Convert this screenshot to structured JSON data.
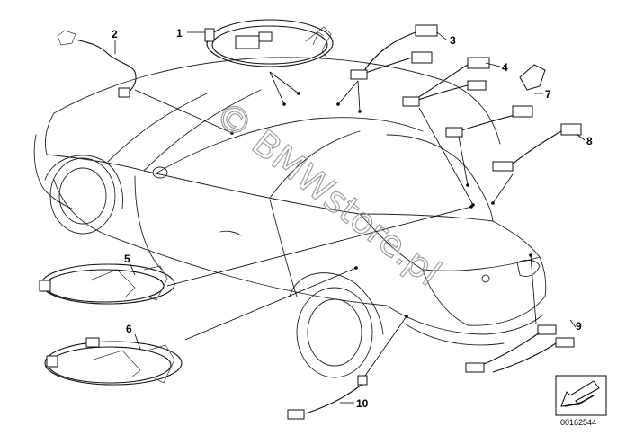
{
  "diagram": {
    "part_labels": [
      "1",
      "2",
      "3",
      "4",
      "5",
      "6",
      "7",
      "8",
      "9",
      "10"
    ],
    "watermark": "© BMWstore.pl",
    "reference_number": "00162544"
  }
}
